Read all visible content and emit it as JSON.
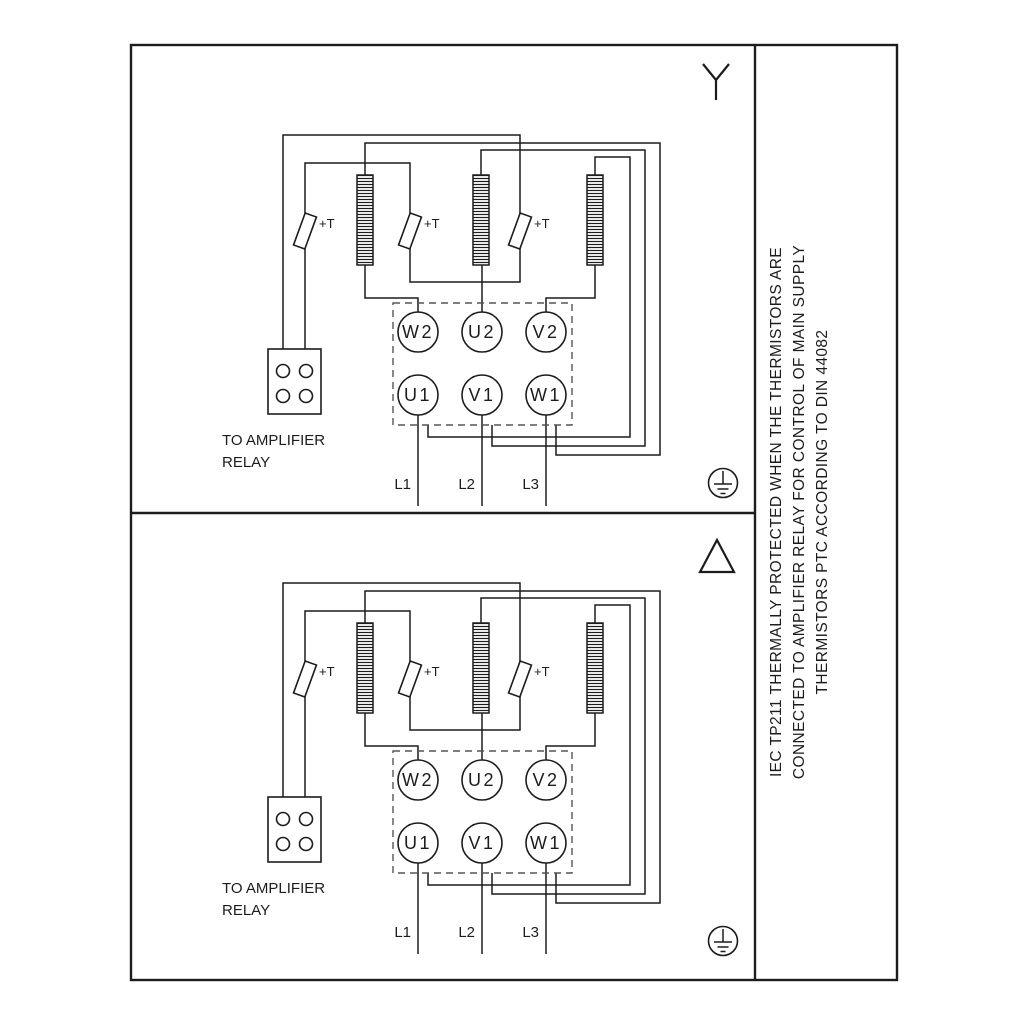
{
  "colors": {
    "line": "#1c1c1c",
    "background": "#ffffff",
    "dashed_box": "#555555"
  },
  "panels": [
    {
      "name": "star-connection",
      "connection_symbol_icon": "star-connection-icon",
      "ground_icon": "protective-earth-icon",
      "terminals_top": [
        "W2",
        "U2",
        "V2"
      ],
      "terminals_bottom": [
        "U1",
        "V1",
        "W1"
      ],
      "supply_labels": [
        "L1",
        "L2",
        "L3"
      ],
      "thermistor_labels": [
        "+T",
        "+T",
        "+T"
      ],
      "relay_note": [
        "TO AMPLIFIER",
        "RELAY"
      ]
    },
    {
      "name": "delta-connection",
      "connection_symbol_icon": "delta-connection-icon",
      "ground_icon": "protective-earth-icon",
      "terminals_top": [
        "W2",
        "U2",
        "V2"
      ],
      "terminals_bottom": [
        "U1",
        "V1",
        "W1"
      ],
      "supply_labels": [
        "L1",
        "L2",
        "L3"
      ],
      "thermistor_labels": [
        "+T",
        "+T",
        "+T"
      ],
      "relay_note": [
        "TO AMPLIFIER",
        "RELAY"
      ]
    }
  ],
  "side_note": {
    "lines": [
      "IEC TP211 THERMALLY PROTECTED WHEN THE THERMISTORS ARE",
      "CONNECTED TO AMPLIFIER RELAY FOR CONTROL OF MAIN SUPPLY",
      "THERMISTORS PTC ACCORDING TO DIN 44082"
    ]
  }
}
